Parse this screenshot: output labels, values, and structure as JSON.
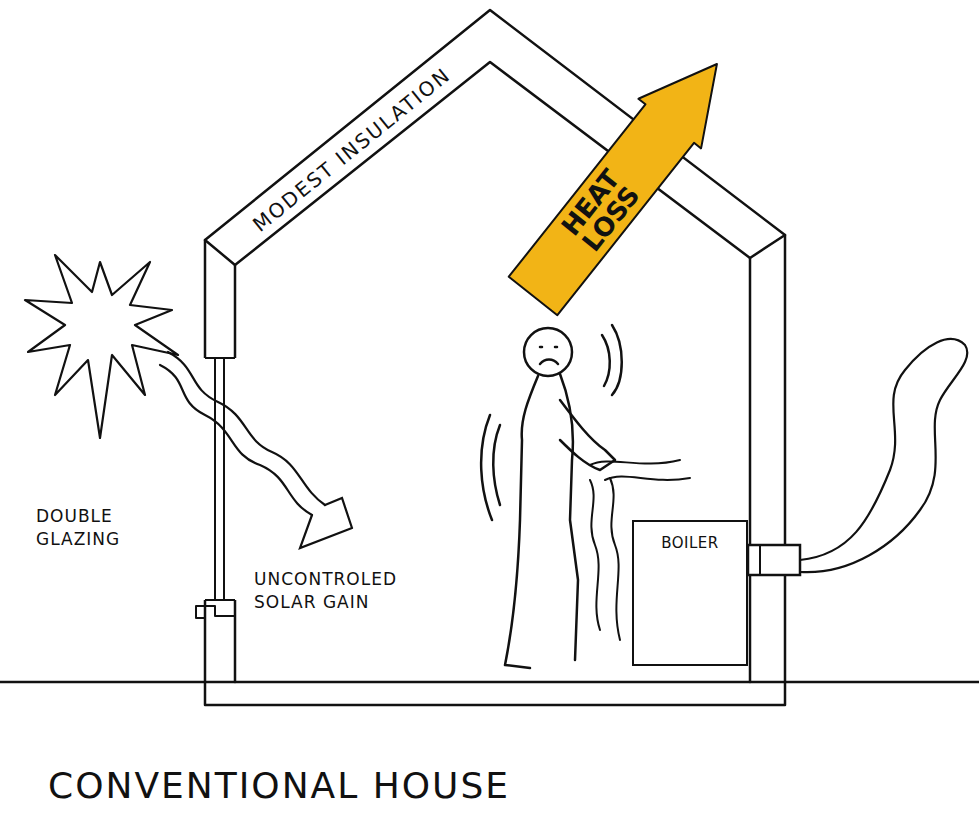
{
  "diagram": {
    "caption": "CONVENTIONAL HOUSE",
    "nodes": [
      {
        "text": [
          "HEAT LOSS"
        ]
      },
      {
        "text": [
          "BOILER"
        ]
      }
    ],
    "labels": [
      "MODEST INSULATION",
      "DOUBLE GLAZING",
      "UNCONTROLED SOLAR GAIN"
    ]
  }
}
